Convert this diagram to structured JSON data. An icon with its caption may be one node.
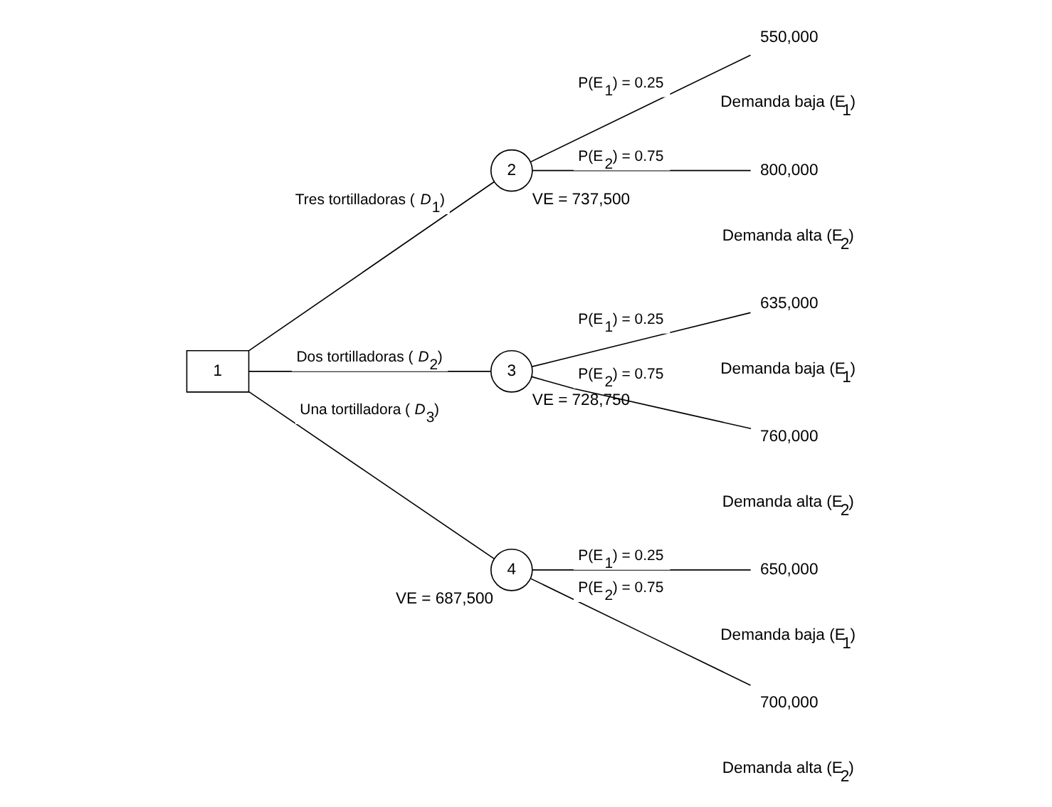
{
  "diagram": {
    "nodes": [
      {
        "text": [
          "1"
        ]
      },
      {
        "text": [
          "2"
        ],
        "beside": [
          "VE = 737,500"
        ]
      },
      {
        "text": [
          "3"
        ],
        "beside": [
          "VE = 728,750"
        ]
      },
      {
        "text": [
          "4"
        ],
        "beside": [
          "VE = 687,500"
        ]
      },
      {
        "text": [
          "550,000"
        ]
      },
      {
        "text": [
          "800,000"
        ]
      },
      {
        "text": [
          "635,000"
        ]
      },
      {
        "text": [
          "760,000"
        ]
      },
      {
        "text": [
          "650,000"
        ]
      },
      {
        "text": [
          "700,000"
        ]
      }
    ],
    "edges": [
      {
        "from": 0,
        "to": 1,
        "arrow": "none",
        "label": "Tres tortilladoras (*D*$_{1}$)"
      },
      {
        "from": 0,
        "to": 2,
        "arrow": "none",
        "label": "Dos tortilladoras (*D*$_{2}$)"
      },
      {
        "from": 0,
        "to": 3,
        "arrow": "none",
        "label": "Una tortilladora (*D*$_{3}$)"
      },
      {
        "from": 1,
        "to": 4,
        "arrow": "none",
        "label": "P(E$_{1}$) = 0.25"
      },
      {
        "from": 1,
        "to": 5,
        "arrow": "none",
        "label": "P(E$_{2}$) = 0.75"
      },
      {
        "from": 2,
        "to": 6,
        "arrow": "none",
        "label": "P(E$_{1}$) = 0.25"
      },
      {
        "from": 2,
        "to": 7,
        "arrow": "none",
        "label": "P(E$_{2}$) = 0.75"
      },
      {
        "from": 3,
        "to": 8,
        "arrow": "none",
        "label": "P(E$_{1}$) = 0.25"
      },
      {
        "from": 3,
        "to": 9,
        "arrow": "none",
        "label": "P(E$_{2}$) = 0.75"
      }
    ],
    "labels": [
      "Demanda baja (E$_{1}$)",
      "Demanda alta (E$_{2}$)",
      "Demanda baja (E$_{1}$)",
      "Demanda alta (E$_{2}$)",
      "Demanda baja (E$_{1}$)",
      "Demanda alta (E$_{2}$)"
    ]
  }
}
